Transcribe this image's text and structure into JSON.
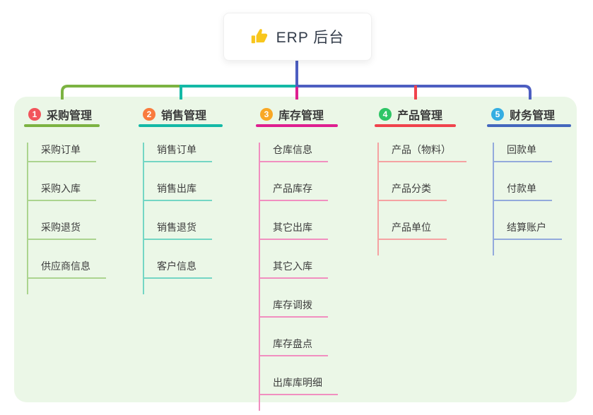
{
  "root": {
    "icon": "thumbs-up-icon",
    "label": "ERP 后台"
  },
  "colors": {
    "panel_bg": "#EBF7E7",
    "root_connector": "#4D5EC1",
    "root_text": "#333C4A",
    "node_text": "#3D3D3D"
  },
  "branches": [
    {
      "num": "1",
      "label": "采购管理",
      "badge_color": "#F2545B",
      "line_color": "#7CB342",
      "child_line_color": "#ABD48F",
      "children": [
        "采购订单",
        "采购入库",
        "采购退货",
        "供应商信息"
      ]
    },
    {
      "num": "2",
      "label": "销售管理",
      "badge_color": "#F97B3D",
      "line_color": "#14B9A6",
      "child_line_color": "#74D6C4",
      "children": [
        "销售订单",
        "销售出库",
        "销售退货",
        "客户信息"
      ]
    },
    {
      "num": "3",
      "label": "库存管理",
      "badge_color": "#F9A825",
      "line_color": "#DE1F90",
      "child_line_color": "#F18FC0",
      "children": [
        "仓库信息",
        "产品库存",
        "其它出库",
        "其它入库",
        "库存调拨",
        "库存盘点",
        "出库库明细"
      ]
    },
    {
      "num": "4",
      "label": "产品管理",
      "badge_color": "#2EC566",
      "line_color": "#F0434C",
      "child_line_color": "#F5A2A2",
      "children": [
        "产品（物料）",
        "产品分类",
        "产品单位"
      ]
    },
    {
      "num": "5",
      "label": "财务管理",
      "badge_color": "#35AEE2",
      "line_color": "#4467BD",
      "child_line_color": "#93AADC",
      "children": [
        "回款单",
        "付款单",
        "结算账户"
      ]
    }
  ]
}
